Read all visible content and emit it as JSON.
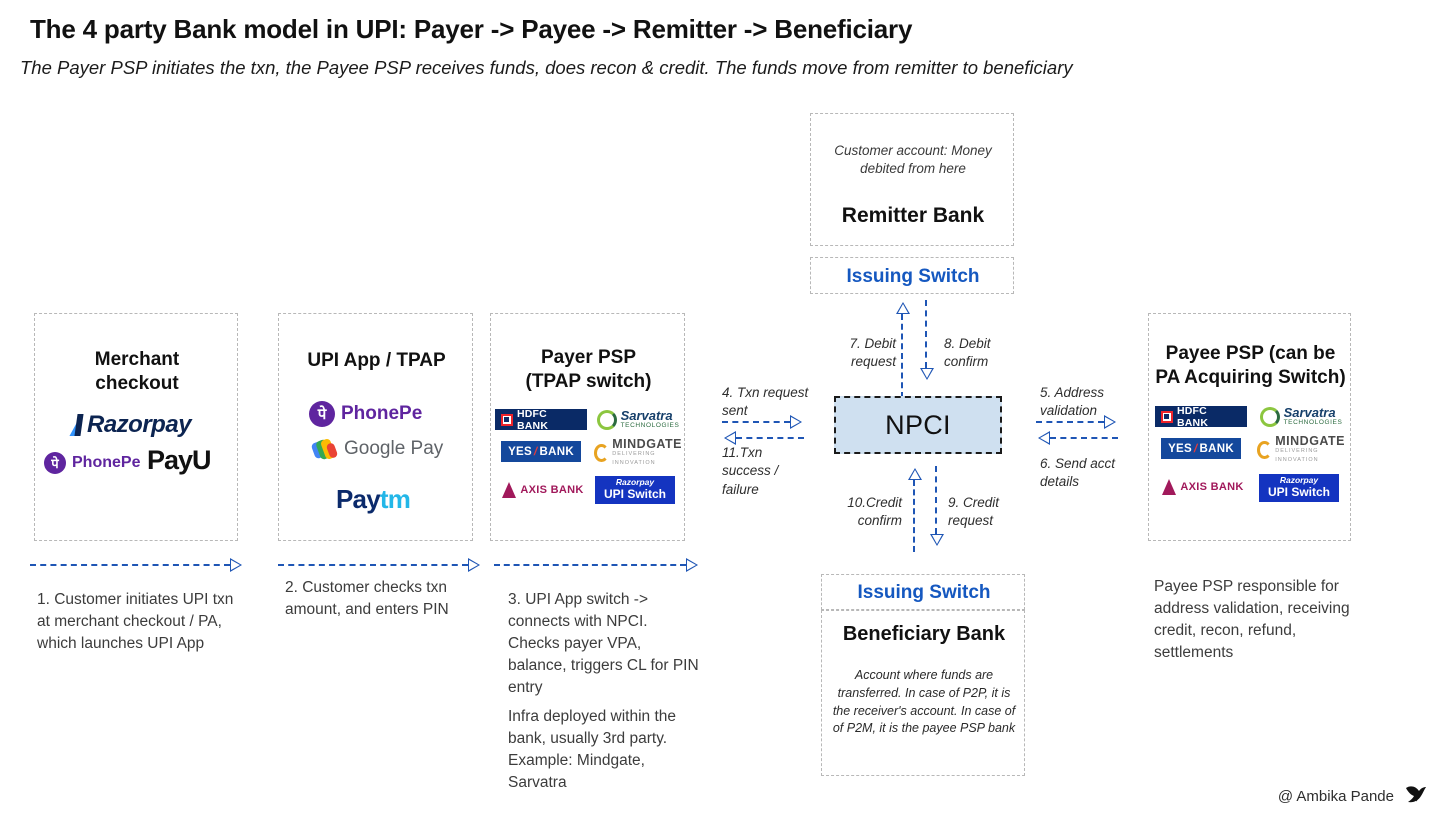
{
  "header": {
    "title": "The 4 party Bank model in UPI: Payer -> Payee -> Remitter -> Beneficiary",
    "subtitle": "The Payer PSP initiates the txn, the Payee PSP receives funds, does recon & credit. The funds move from remitter to beneficiary"
  },
  "colors": {
    "arrow_blue": "#1f56b5",
    "issuing_switch_blue": "#1558c0",
    "npci_fill": "#cfe0f0",
    "box_border": "#b8b8b8"
  },
  "boxes": {
    "merchant": {
      "title_line1": "Merchant",
      "title_line2": "checkout",
      "logos": [
        "Razorpay",
        "PhonePe",
        "PayU"
      ]
    },
    "upi_app": {
      "title": "UPI App / TPAP",
      "logos": [
        "PhonePe",
        "Google Pay",
        "Paytm"
      ]
    },
    "payer_psp": {
      "title_line1": "Payer PSP",
      "title_line2": "(TPAP switch)",
      "logos": [
        "HDFC BANK",
        "Sarvatra Technologies",
        "YES BANK",
        "Mindgate",
        "AXIS BANK",
        "Razorpay UPI Switch"
      ]
    },
    "payee_psp": {
      "title_line1": "Payee PSP (can be",
      "title_line2": "PA Acquiring Switch)",
      "logos": [
        "HDFC BANK",
        "Sarvatra Technologies",
        "YES BANK",
        "Mindgate",
        "AXIS BANK",
        "Razorpay UPI Switch"
      ]
    },
    "remitter": {
      "note": "Customer account: Money debited from here",
      "title": "Remitter Bank",
      "issuing_switch": "Issuing Switch"
    },
    "beneficiary": {
      "issuing_switch": "Issuing Switch",
      "title": "Beneficiary Bank",
      "note": "Account where funds are transferred. In case of P2P, it is the receiver's account. In case of of P2M, it is the payee PSP bank"
    },
    "npci": {
      "label": "NPCI"
    }
  },
  "bank_logos": {
    "hdfc": "HDFC BANK",
    "yes": "YES",
    "yes2": "BANK",
    "axis": "AXIS BANK",
    "sarvatra_name": "Sarvatra",
    "sarvatra_sub": "TECHNOLOGIES",
    "mindgate_name": "MINDGATE",
    "mindgate_sub": "DELIVERING INNOVATION",
    "razorpay_name": "Razorpay",
    "upi_switch": "UPI Switch",
    "phonepe": "PhonePe",
    "phonepe_glyph": "पे",
    "payu": "PayU",
    "gpay": "Google Pay",
    "paytm_a": "Pay",
    "paytm_b": "tm",
    "razorpay_merchant": "Razorpay"
  },
  "steps": {
    "s4": "4. Txn request sent",
    "s11": "11.Txn success / failure",
    "s5": "5. Address validation",
    "s6": "6. Send acct details",
    "s7": "7. Debit request",
    "s8": "8. Debit confirm",
    "s9": "9. Credit request",
    "s10": "10.Credit confirm"
  },
  "captions": {
    "c1": "1. Customer  initiates UPI txn at merchant checkout / PA, which launches UPI App",
    "c2": "2. Customer checks txn amount, and enters PIN",
    "c3a": "3. UPI App switch -> connects with NPCI. Checks payer VPA, balance, triggers CL for PIN entry",
    "c3b": "Infra deployed within the bank, usually 3rd party. Example: Mindgate, Sarvatra",
    "c4": "Payee PSP responsible for address validation, receiving credit, recon, refund, settlements"
  },
  "credit": {
    "handle": "@ Ambika Pande"
  }
}
